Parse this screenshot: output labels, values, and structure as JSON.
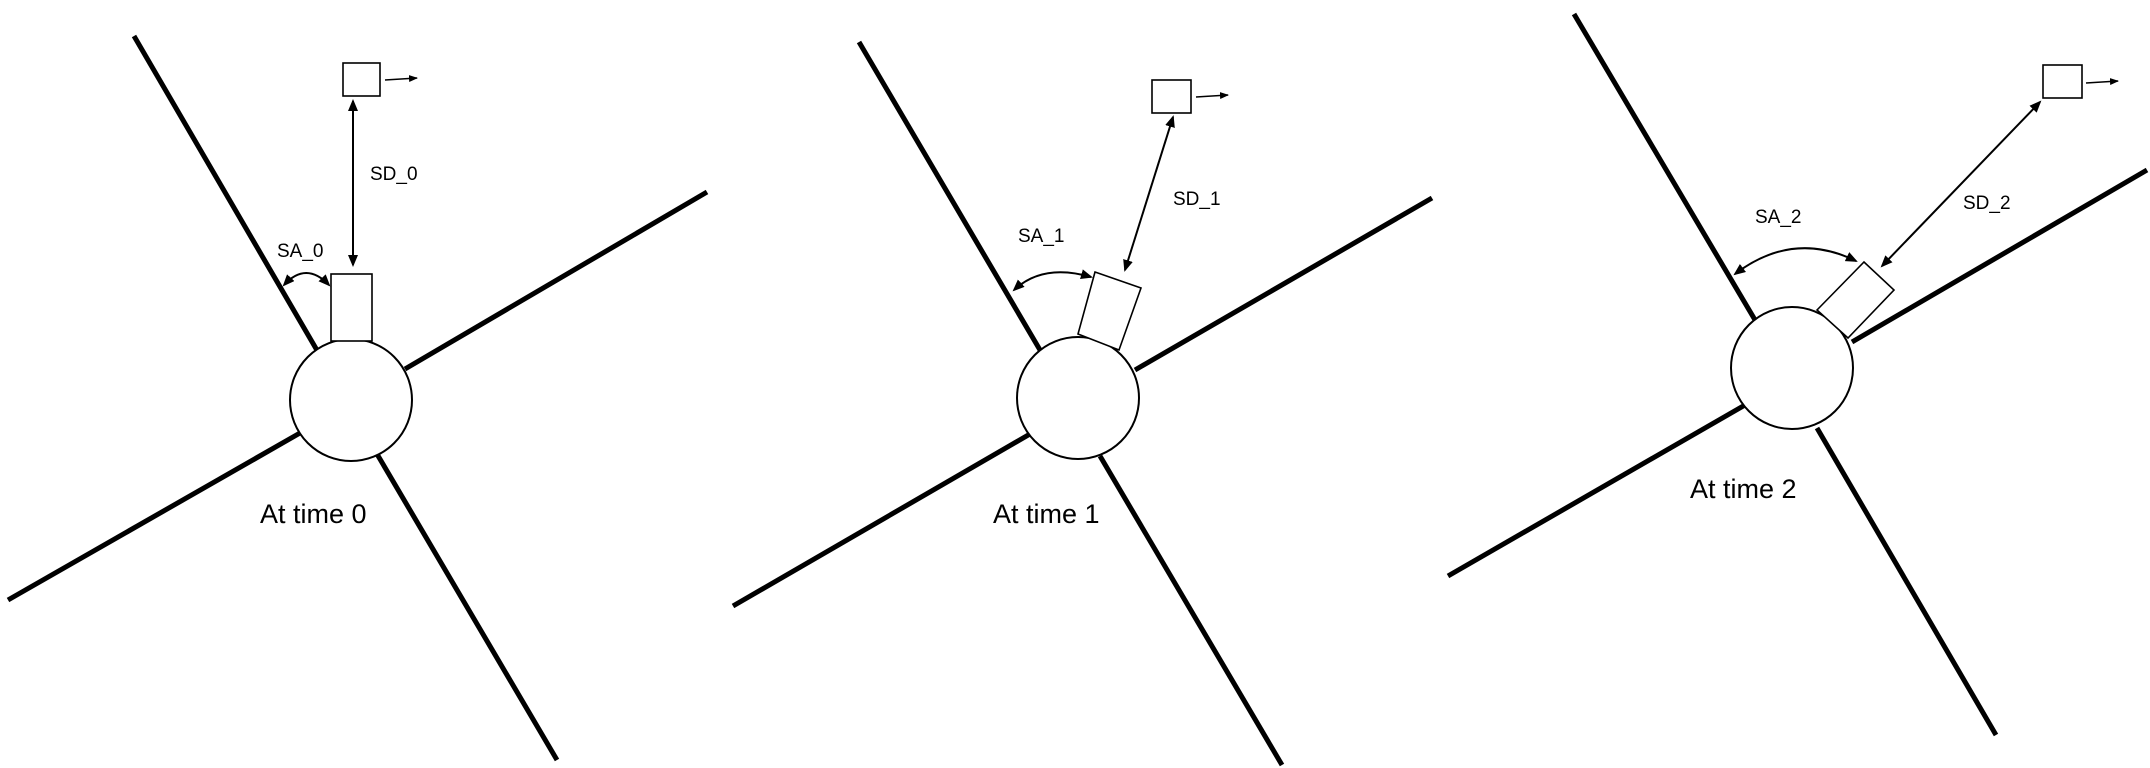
{
  "panels": [
    {
      "caption": "At time 0",
      "sa_label": "SA_0",
      "sd_label": "SD_0"
    },
    {
      "caption": "At time 1",
      "sa_label": "SA_1",
      "sd_label": "SD_1"
    },
    {
      "caption": "At time 2",
      "sa_label": "SA_2",
      "sd_label": "SD_2"
    }
  ]
}
